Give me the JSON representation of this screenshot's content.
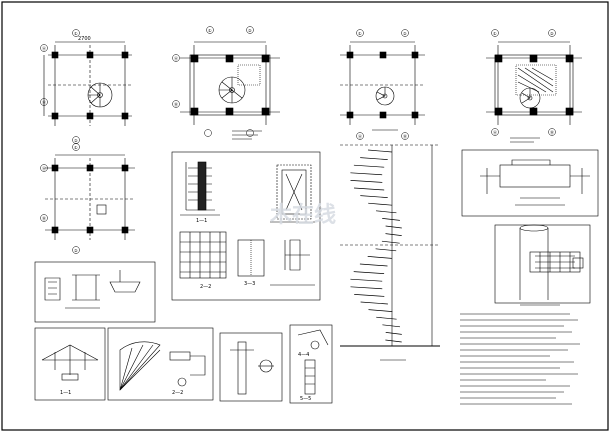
{
  "colors": {
    "ink": "#000000",
    "paper": "#ffffff",
    "watermark": "#d6dbe2"
  },
  "grid_bubbles": {
    "plan1": {
      "top": [
        "①",
        "②"
      ],
      "left": [
        "Ⓐ",
        "Ⓑ"
      ]
    },
    "plan2": {
      "top": [
        "①",
        "②"
      ],
      "left": [
        "Ⓐ",
        "Ⓑ"
      ]
    },
    "plan3": {
      "top": [
        "①",
        "②"
      ],
      "left": [
        "Ⓐ",
        "Ⓑ"
      ]
    },
    "plan4": {
      "top": [
        "①",
        "②"
      ],
      "left": [
        "Ⓐ",
        "Ⓑ"
      ]
    },
    "plan5": {
      "top": [
        "①",
        "②"
      ],
      "left": [
        "Ⓐ",
        "Ⓑ"
      ]
    }
  },
  "section_marks": {
    "a": "1—1",
    "b": "2—2",
    "c": "3—3",
    "d": "1—1",
    "e": "2—2",
    "f": "4—4",
    "g": "5—5"
  },
  "watermark": {
    "text": "木在线"
  }
}
